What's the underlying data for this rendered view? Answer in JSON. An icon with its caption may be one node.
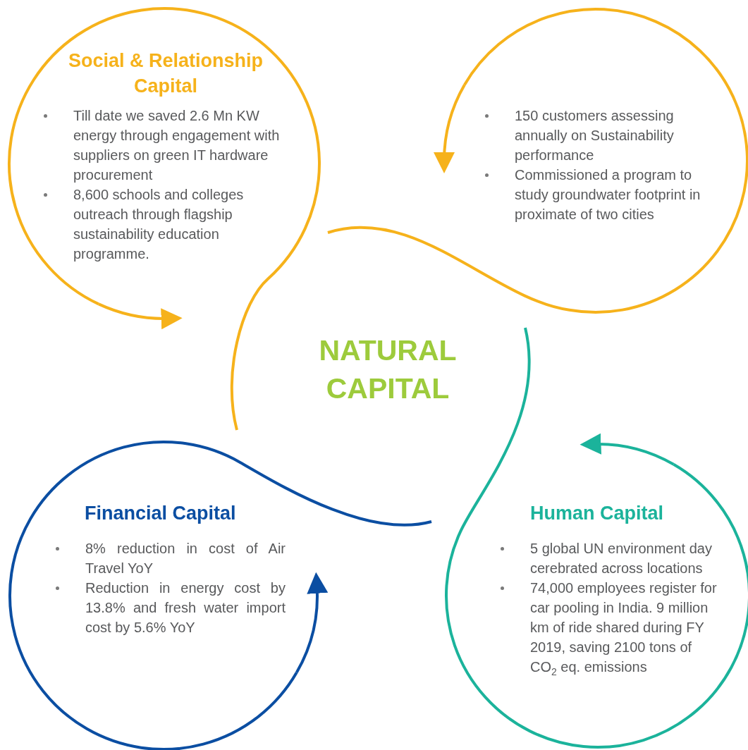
{
  "diagram": {
    "nodes": [
      {
        "text": [
          "Social & Relationship Capital",
          "Till date we saved 2.6 Mn KW energy through engagement with suppliers on green IT hardware procurement",
          "8,600 schools and colleges outreach through flagship sustainability education programme."
        ]
      },
      {
        "text": [
          "150 customers assessing annually on Sustainability performance",
          "Commissioned a program to study groundwater footprint in proximate of two cities"
        ]
      },
      {
        "text": [
          "Human Capital",
          "5 global UN environment day cerebrated across locations",
          "74,000 employees register for car pooling in India. 9 million km of ride shared during FY 2019, saving 2100 tons of CO$_{2}$ eq. emissions"
        ]
      },
      {
        "text": [
          "Financial Capital",
          "8% reduction in cost of Air Travel YoY",
          "Reduction in energy cost by 13.8% and fresh water import cost by 5.6% YoY"
        ]
      }
    ],
    "edges": [
      {
        "from": null,
        "to": 0,
        "arrow": "to",
        "color": "#f6b21b"
      },
      {
        "from": null,
        "to": 1,
        "arrow": "to",
        "color": "#f6b21b"
      },
      {
        "from": null,
        "to": 2,
        "arrow": "to",
        "color": "#1bb39b"
      },
      {
        "from": null,
        "to": 3,
        "arrow": "to",
        "color": "#0b4ea2"
      }
    ],
    "labels": [
      "NATURAL CAPITAL"
    ]
  }
}
